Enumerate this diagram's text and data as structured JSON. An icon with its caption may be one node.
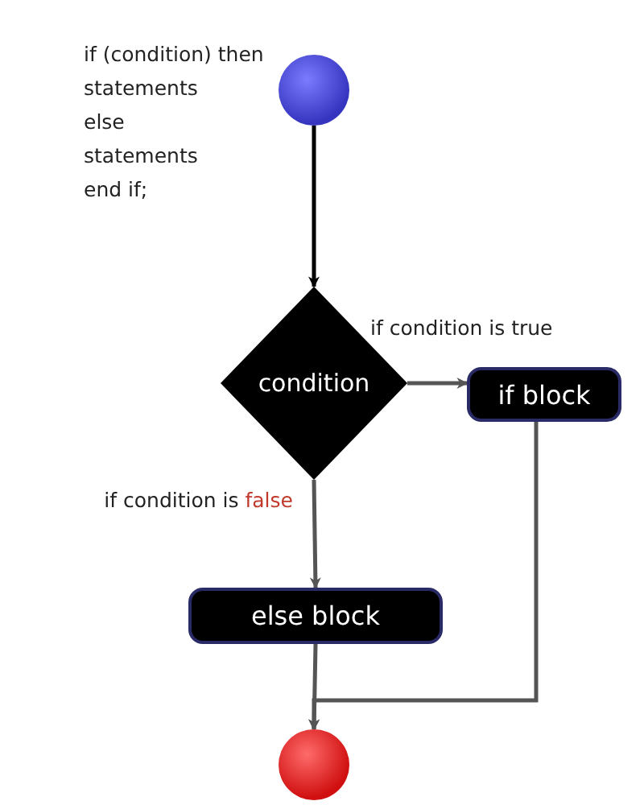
{
  "diagram": {
    "nodes": [
      {
        "text": [],
        "shape": "circle"
      },
      {
        "text": [
          "condition"
        ]
      },
      {
        "text": [
          "if block"
        ]
      },
      {
        "text": [
          "else block"
        ]
      },
      {
        "text": [],
        "shape": "circle"
      }
    ],
    "edges": [
      {
        "from": 0,
        "to": 1,
        "arrow": "to",
        "color": "#000000"
      },
      {
        "from": 1,
        "to": 2,
        "arrow": "to",
        "label": "if condition is true"
      },
      {
        "from": 1,
        "to": 3,
        "arrow": "to",
        "label": "if condition is false"
      },
      {
        "from": 2,
        "to": 4,
        "arrow": "to"
      },
      {
        "from": 3,
        "to": 4,
        "arrow": "to"
      }
    ],
    "labels": [
      "if (condition) then",
      "statements",
      "else",
      "statements",
      "end if;"
    ]
  }
}
